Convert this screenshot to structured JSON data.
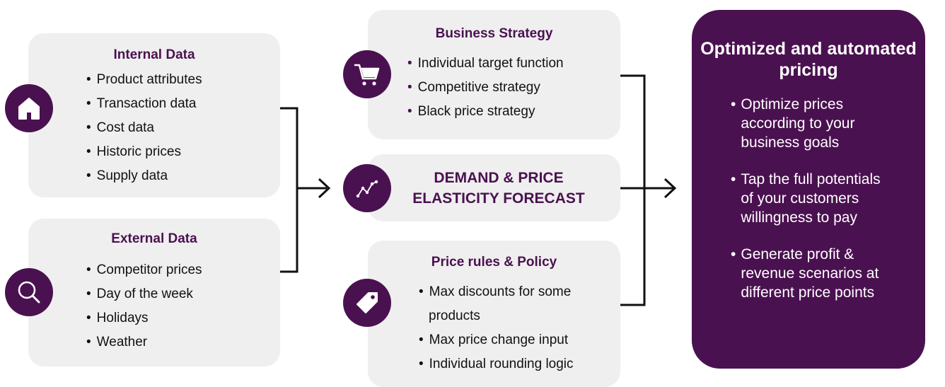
{
  "internal": {
    "title": "Internal Data",
    "items": [
      "Product attributes",
      "Transaction data",
      "Cost data",
      "Historic prices",
      "Supply data"
    ]
  },
  "external": {
    "title": "External Data",
    "items": [
      "Competitor prices",
      "Day of the week",
      "Holidays",
      "Weather"
    ]
  },
  "strategy": {
    "title": "Business Strategy",
    "items": [
      "Individual target function",
      "Competitive strategy",
      "Black price strategy"
    ]
  },
  "forecast": {
    "title": "DEMAND & PRICE\nELASTICITY FORECAST"
  },
  "rules": {
    "title": "Price rules & Policy",
    "items": [
      "Max discounts for some",
      "products",
      "Max price change input",
      "Individual rounding logic"
    ]
  },
  "output": {
    "title": "Optimized and automated pricing",
    "items": [
      "Optimize prices\n according to your\n business goals",
      "Tap the full potentials\nof your customers\nwillingness to pay",
      "Generate profit &\nrevenue scenarios at\ndifferent price points"
    ]
  },
  "bullet": "•",
  "colors": {
    "accent": "#4a1150",
    "box": "#efefef",
    "line": "#111111"
  },
  "icons": [
    "home-icon",
    "search-icon",
    "shopping-cart-icon",
    "trend-line-icon",
    "price-tag-icon"
  ]
}
